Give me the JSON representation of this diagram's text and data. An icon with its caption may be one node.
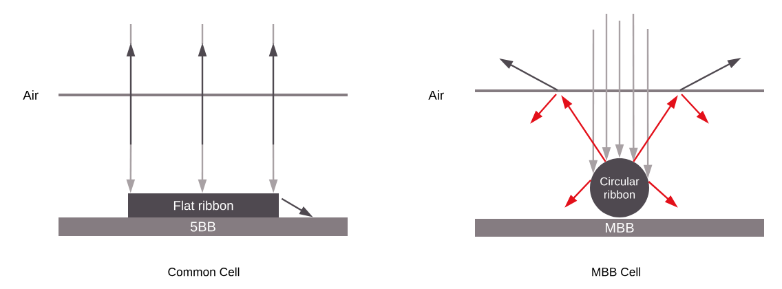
{
  "diagram": {
    "nodes": [
      {
        "text": [
          "Flat ribbon"
        ]
      },
      {
        "text": [
          "5BB"
        ]
      },
      {
        "text": [
          "Circular ribbon"
        ]
      },
      {
        "text": [
          "MBB"
        ]
      }
    ],
    "edges": [
      {
        "from": null,
        "to": 0,
        "arrow": "to"
      },
      {
        "from": null,
        "to": 0,
        "arrow": "to"
      },
      {
        "from": null,
        "to": 0,
        "arrow": "to"
      },
      {
        "from": 0,
        "to": 1,
        "arrow": "to",
        "color": "#4f4950"
      },
      {
        "from": null,
        "to": 2,
        "arrow": "to"
      },
      {
        "from": null,
        "to": 2,
        "arrow": "to"
      },
      {
        "from": null,
        "to": 2,
        "arrow": "to"
      },
      {
        "from": null,
        "to": 2,
        "arrow": "to"
      },
      {
        "from": null,
        "to": 2,
        "arrow": "to"
      },
      {
        "from": 2,
        "to": null,
        "arrow": "to",
        "color": "#e3101a"
      },
      {
        "from": 2,
        "to": null,
        "arrow": "to",
        "color": "#e3101a"
      },
      {
        "from": 2,
        "to": null,
        "arrow": "to",
        "color": "#e3101a"
      },
      {
        "from": 2,
        "to": null,
        "arrow": "to",
        "color": "#e3101a"
      }
    ],
    "labels": [
      "Air",
      "Air",
      "Common Cell",
      "MBB Cell"
    ]
  }
}
